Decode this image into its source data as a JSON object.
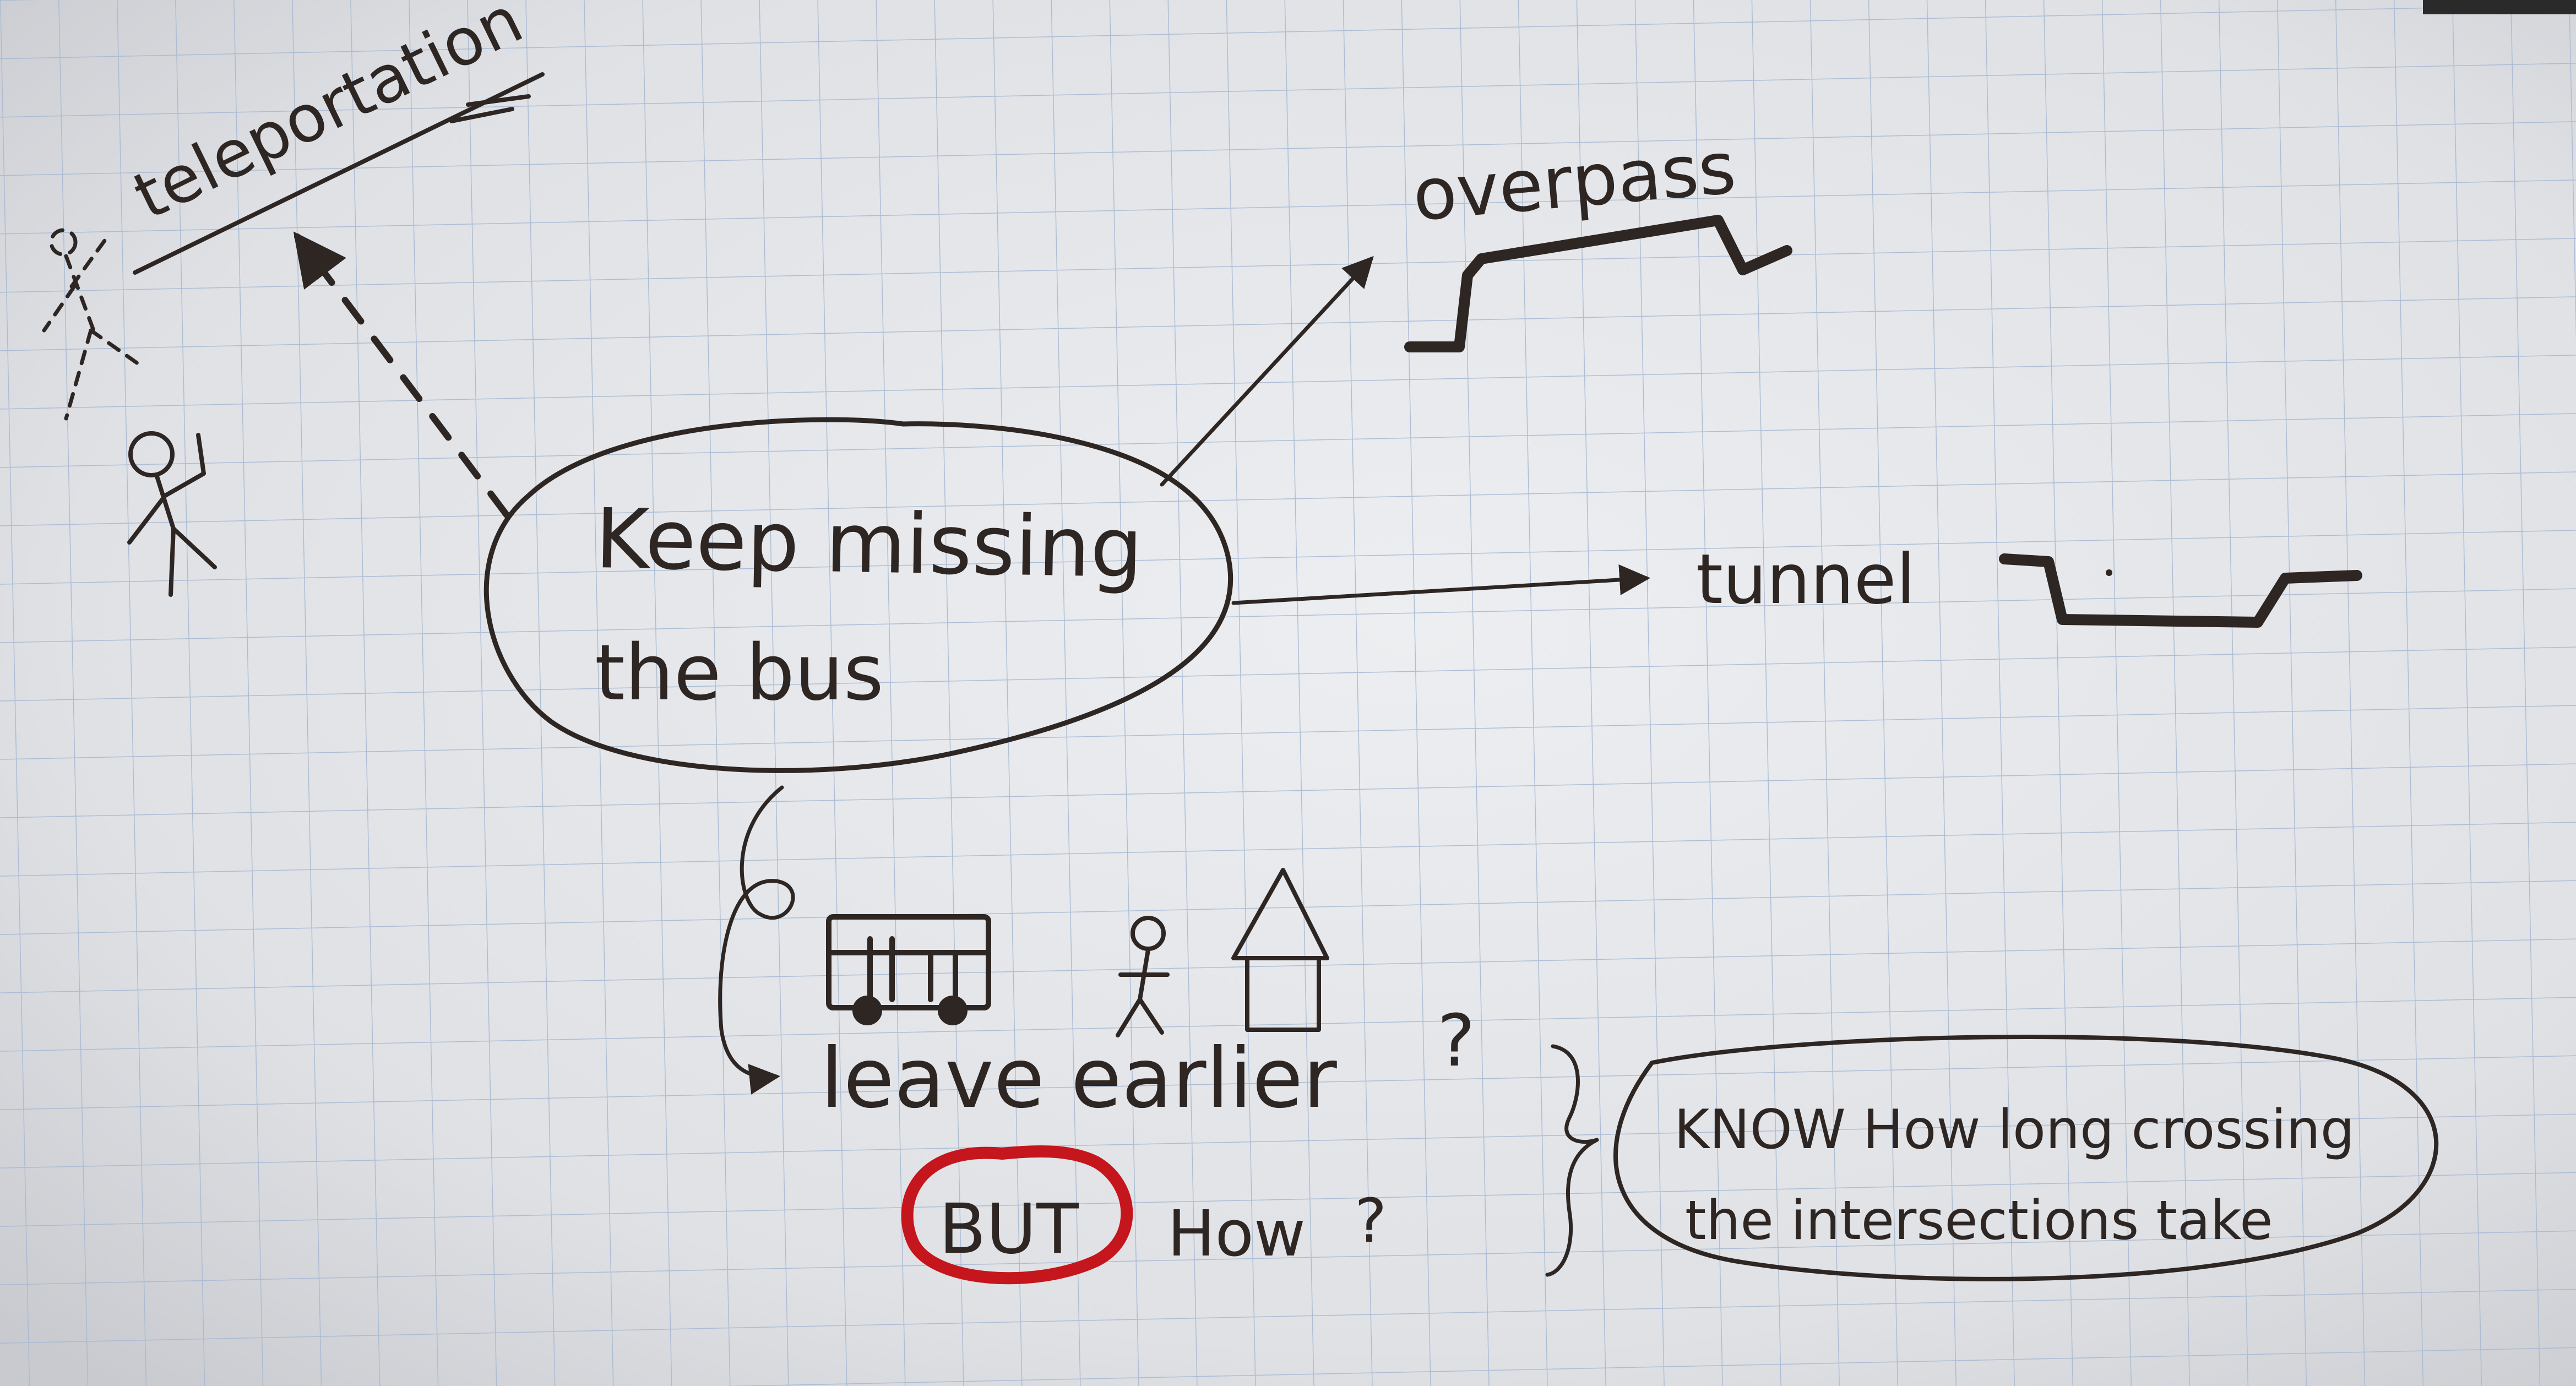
{
  "sketch": {
    "center_text_line1": "Keep missing",
    "center_text_line2": "the bus",
    "branch_teleportation": "teleportation",
    "branch_overpass": "overpass",
    "branch_tunnel": "tunnel",
    "branch_leave_earlier": "leave earlier",
    "question_mark_1": "?",
    "but_word": "BUT",
    "how_word": "How",
    "question_mark_2": "?",
    "idea_line1": "KNOW How long crossing",
    "idea_line2": "the intersections take"
  },
  "colors": {
    "paper": "#e4e6ea",
    "grid": "#9fb3cf",
    "ink": "#2e2623",
    "red_circle": "#c4161c"
  }
}
